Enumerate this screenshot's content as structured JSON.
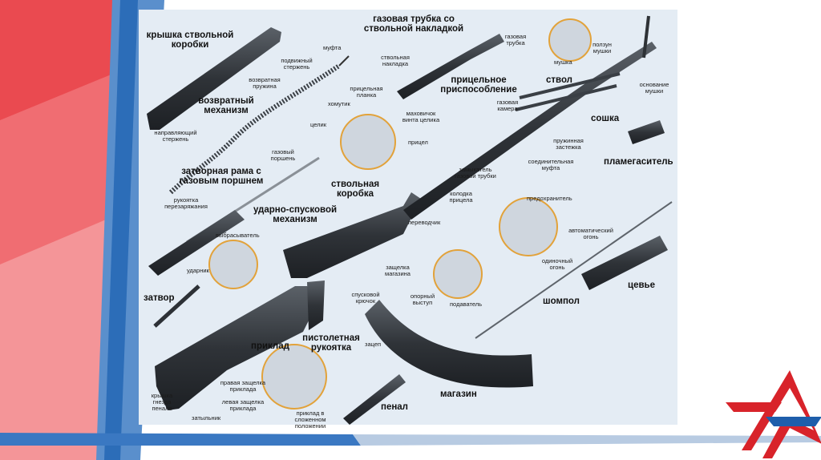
{
  "colors": {
    "slide_bg": "#ffffff",
    "diagram_bg": "#e4ecf4",
    "accent_red": "#e3262f",
    "accent_blue": "#1f64b4",
    "part_dark": "#2e3236",
    "part_mid": "#4a4f55",
    "inset_ring": "#e2a23a"
  },
  "labels": {
    "receiver_cover": "крышка ствольной коробки",
    "gas_tube": "газовая трубка со ствольной накладкой",
    "gas_tube_small": "газовая трубка",
    "front_sight_slider": "ползун мушки",
    "spring_coupling": "муфта",
    "guide_rod_movable": "подвижный стержень",
    "recoil_spring": "возвратная пружина",
    "recoil_mechanism": "возвратный механизм",
    "guide_rod": "направляющий стержень",
    "barrel_handguard": "ствольная накладка",
    "sight_base": "прицельная планка",
    "clamp": "хомутик",
    "rear_sight": "целик",
    "sight_adjust_wheel": "маховичок винта целика",
    "sighting_device": "прицельное приспособление",
    "front_sight": "мушка",
    "barrel": "ствол",
    "front_sight_base": "основание мушки",
    "gas_chamber": "газовая камера",
    "bipod": "сошка",
    "spring_latch": "пружинная застежка",
    "connecting_coupling": "соединительная муфта",
    "flash_hider": "пламегаситель",
    "gas_piston": "газовый поршень",
    "bolt_carrier": "затворная рама с газовым поршнем",
    "sight_block": "прицел",
    "gas_tube_lock": "замыкатель газовой трубки",
    "sight_block_base": "колодка прицела",
    "receiver": "ствольная коробка",
    "charging_handle": "рукоятка перезаряжания",
    "trigger_mechanism": "ударно-спусковой механизм",
    "safety": "предохранитель",
    "auto_fire": "автоматический огонь",
    "selector": "переводчик",
    "ejector": "выбрасыватель",
    "firing_pin": "ударник",
    "bolt": "затвор",
    "single_fire": "одиночный огонь",
    "cleaning_rod": "шомпол",
    "handguard": "цевье",
    "mag_latch": "защелка магазина",
    "support_lug": "опорный выступ",
    "follower": "подаватель",
    "trigger": "спусковой крючок",
    "stock": "приклад",
    "pistol_grip": "пистолетная рукоятка",
    "hook": "зацеп",
    "stock_latch_right": "правая защелка приклада",
    "stock_latch_left": "левая защелка приклада",
    "stock_folded": "приклад в сложенном положении",
    "butt_cap": "крышка гнезда пенала",
    "butt_plate": "затыльник",
    "oil_case": "пенал",
    "magazine": "магазин"
  }
}
